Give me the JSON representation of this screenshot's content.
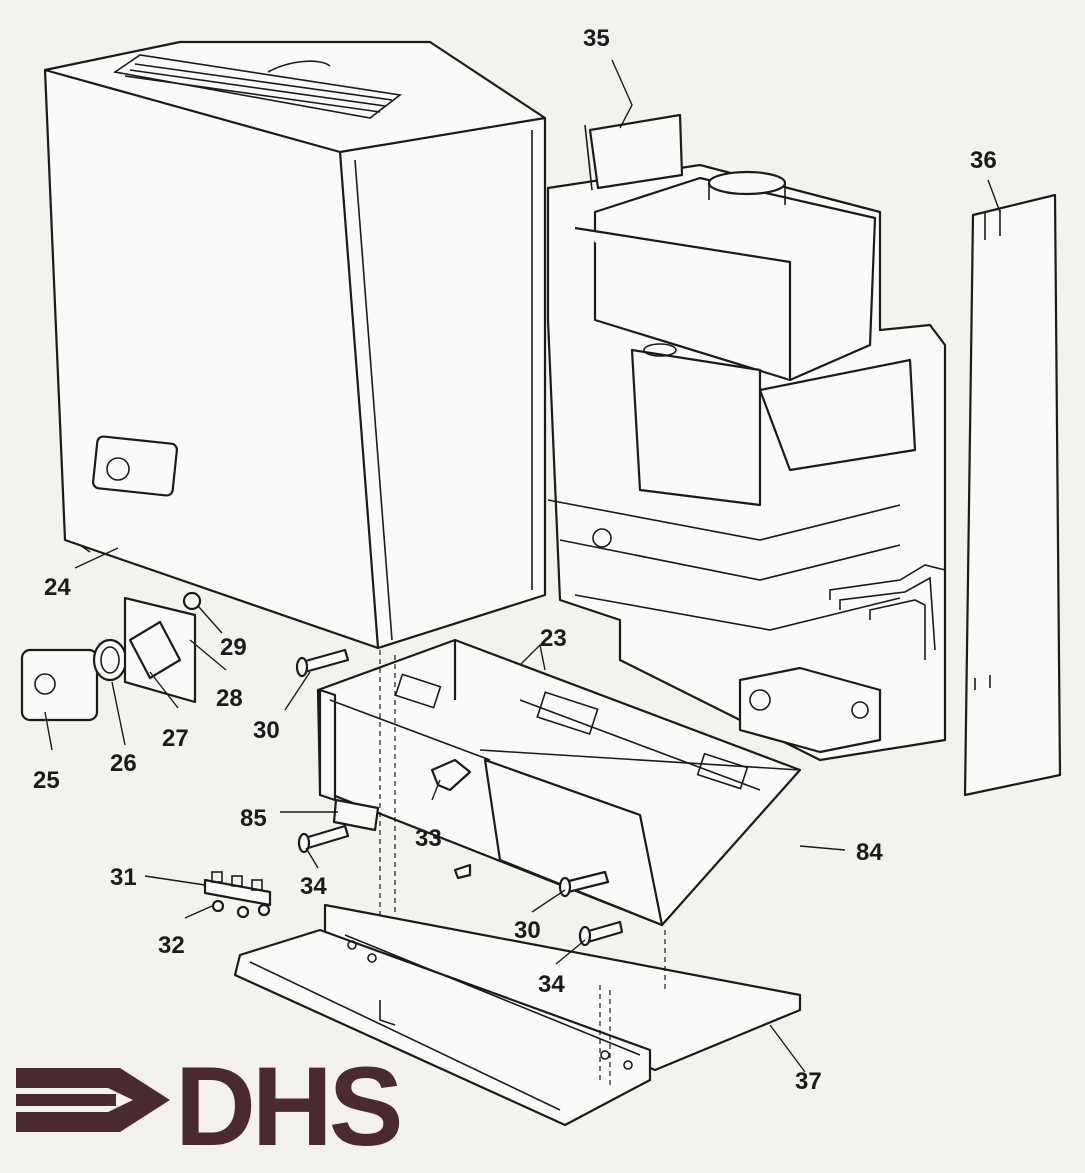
{
  "logo": {
    "text": "DHS",
    "color": "#4a2a2e"
  },
  "callouts": {
    "c24": "24",
    "c25": "25",
    "c26": "26",
    "c27": "27",
    "c28": "28",
    "c29": "29",
    "c30a": "30",
    "c30b": "30",
    "c31": "31",
    "c32": "32",
    "c33": "33",
    "c34a": "34",
    "c34b": "34",
    "c35": "35",
    "c36": "36",
    "c37": "37",
    "c23": "23",
    "c84": "84",
    "c85": "85"
  },
  "colors": {
    "line": "#1b1b1b",
    "paper": "#f4f2ef"
  }
}
